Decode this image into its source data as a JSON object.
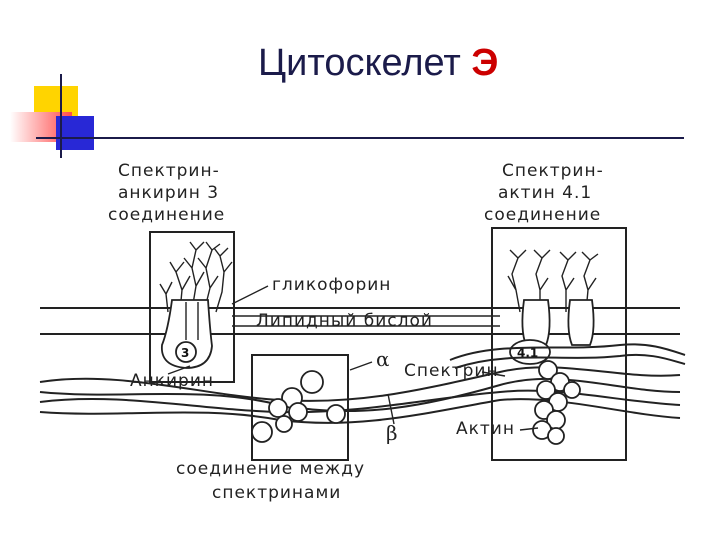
{
  "slide": {
    "title": "Цитоскелет",
    "title_accent": "Э",
    "colors": {
      "title": "#1b1b4a",
      "accent": "#cc0000",
      "deco_yellow": "#ffd400",
      "deco_red": "#ff4a4a",
      "deco_blue": "#2828d6"
    }
  },
  "diagram": {
    "label_left_top": [
      "Спектрин-",
      "анкирин 3",
      "соединение"
    ],
    "label_right_top": [
      "Спектрин-",
      "актин 4.1",
      "соединение"
    ],
    "label_glycophorin": "гликофорин",
    "label_bilayer": "Липидный бислой",
    "label_ankyrin": "Анкирин",
    "label_spectrin": "Спектрин",
    "label_actin": "Актин",
    "label_alpha": "α",
    "label_beta": "β",
    "label_bottom": [
      "соединение между",
      "спектринами"
    ],
    "marker_3": "3",
    "marker_41": "4.1"
  }
}
